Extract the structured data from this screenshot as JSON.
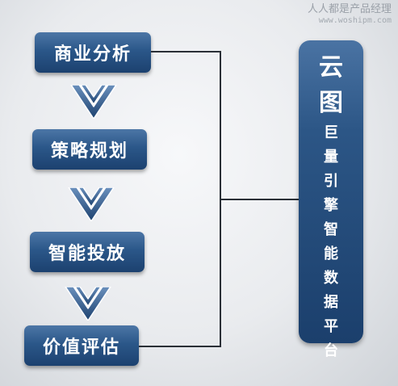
{
  "watermark": {
    "name": "人人都是产品经理",
    "url": "www.woshipm.com"
  },
  "steps": [
    {
      "label": "商业分析"
    },
    {
      "label": "策略规划"
    },
    {
      "label": "智能投放"
    },
    {
      "label": "价值评估"
    }
  ],
  "platform": {
    "brand": [
      "云",
      "图"
    ],
    "description": [
      "巨",
      "量",
      "引",
      "擎",
      "智",
      "能",
      "数",
      "据",
      "平",
      "台"
    ]
  },
  "colors": {
    "box_top": "#4c76a6",
    "box_bottom": "#1c416f",
    "connector": "#2a2f36",
    "chevron": "#2b5789"
  }
}
